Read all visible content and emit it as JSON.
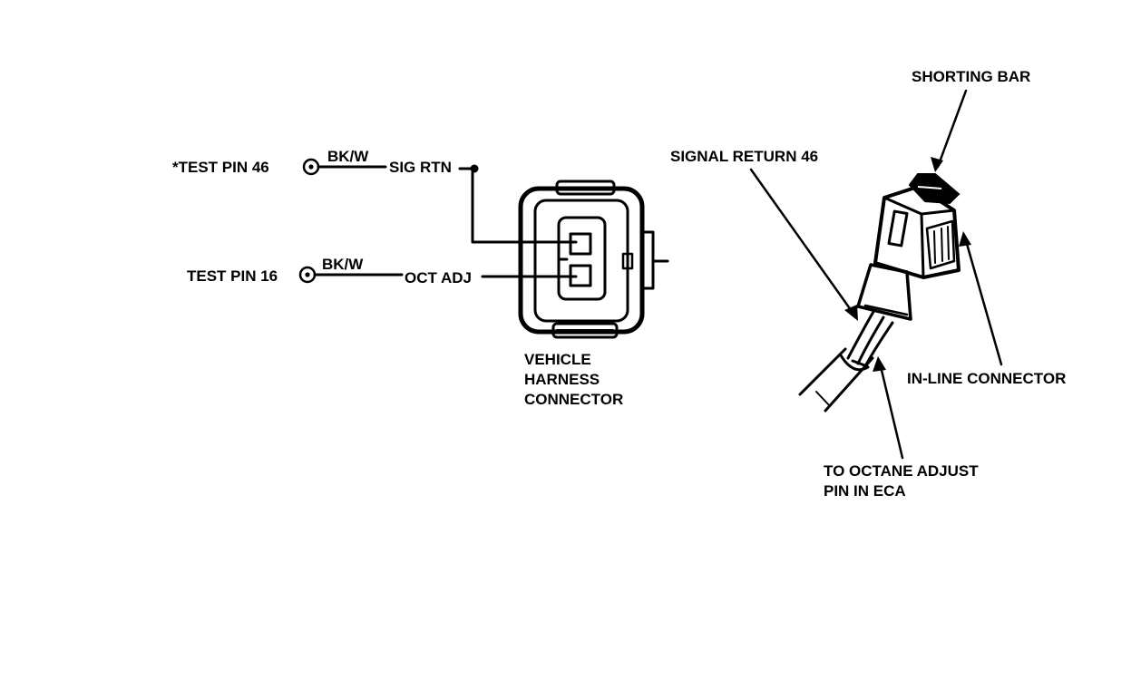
{
  "left": {
    "pin46_label": "*TEST PIN 46",
    "pin46_wire": "BK/W",
    "sig_rtn": "SIG RTN",
    "pin16_label": "TEST PIN 16",
    "pin16_wire": "BK/W",
    "oct_adj": "OCT ADJ",
    "harness_line1": "VEHICLE",
    "harness_line2": "HARNESS",
    "harness_line3": "CONNECTOR"
  },
  "right": {
    "shorting_bar": "SHORTING BAR",
    "signal_return": "SIGNAL RETURN 46",
    "inline_connector": "IN-LINE CONNECTOR",
    "octane_line1": "TO OCTANE ADJUST",
    "octane_line2": "PIN IN ECA"
  }
}
